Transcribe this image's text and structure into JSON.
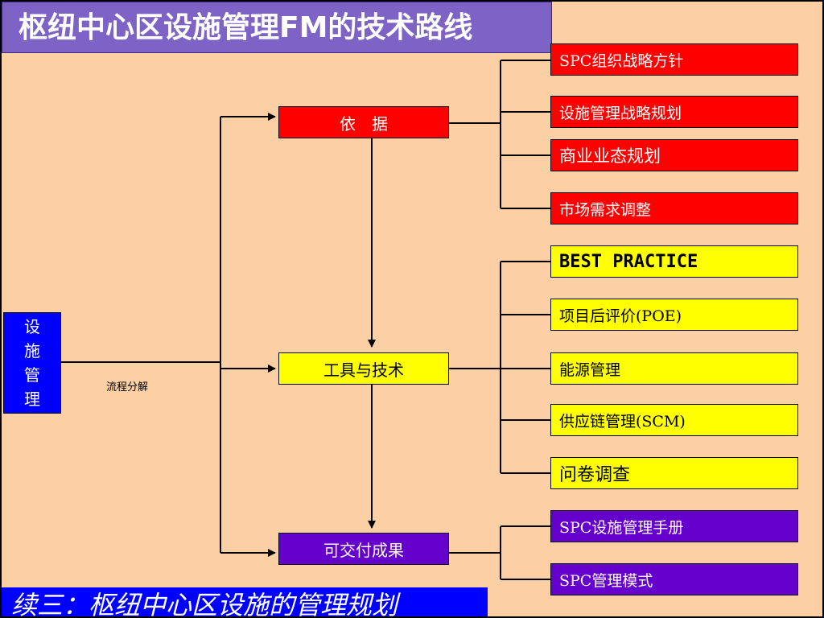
{
  "title": "枢纽中心区设施管理FM的技术路线",
  "root": {
    "chars": [
      "设",
      "施",
      "管",
      "理"
    ]
  },
  "process_note": "流程分解",
  "mid_nodes": {
    "basis": "依　据",
    "tools": "工具与技术",
    "deliverables": "可交付成果"
  },
  "basis_items": [
    "SPC组织战略方针",
    "设施管理战略规划",
    "商业业态规划",
    "市场需求调整"
  ],
  "tool_items": [
    "BEST PRACTICE",
    "项目后评价(POE)",
    "能源管理",
    "供应链管理(SCM)",
    "问卷调查"
  ],
  "deliverable_items": [
    "SPC设施管理手册",
    "SPC管理模式"
  ],
  "footer": "续三：枢纽中心区设施的管理规划",
  "colors": {
    "background": "#fcd0a4",
    "title_bar": "#7e63c6",
    "basis": "#ff0000",
    "tools": "#ffff00",
    "deliverables": "#6600cc",
    "root": "#0000ff"
  }
}
